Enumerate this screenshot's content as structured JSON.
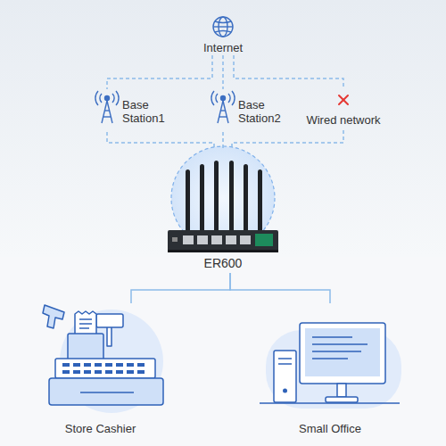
{
  "diagram": {
    "nodes": [
      {
        "text": [
          "Internet"
        ]
      },
      {
        "text": [
          "Base Station1"
        ]
      },
      {
        "text": [
          "Base Station2"
        ]
      },
      {
        "text": [
          "Wired network"
        ]
      },
      {
        "text": [
          "ER600"
        ]
      },
      {
        "text": [
          "Store Cashier"
        ]
      },
      {
        "text": [
          "Small Office"
        ]
      }
    ],
    "edges": [
      {
        "from": 0,
        "to": 1,
        "arrow": "none"
      },
      {
        "from": 0,
        "to": 2,
        "arrow": "none"
      },
      {
        "from": 0,
        "to": 3,
        "arrow": "none"
      },
      {
        "from": 1,
        "to": 4,
        "arrow": "none"
      },
      {
        "from": 2,
        "to": 4,
        "arrow": "none"
      },
      {
        "from": 3,
        "to": 4,
        "arrow": "none"
      },
      {
        "from": 4,
        "to": 5,
        "arrow": "none"
      },
      {
        "from": 4,
        "to": 6,
        "arrow": "none"
      }
    ]
  }
}
